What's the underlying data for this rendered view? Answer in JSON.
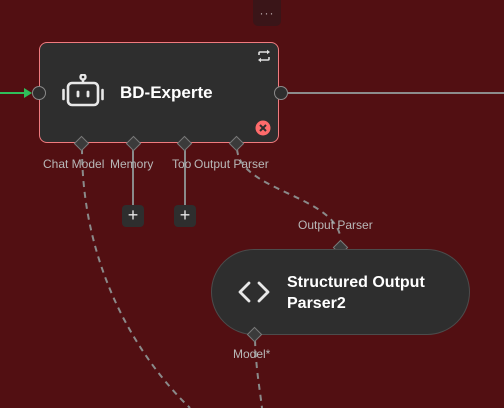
{
  "toolbar": {
    "more_label": "···"
  },
  "agent_node": {
    "title": "BD-Experte",
    "icon": "robot-icon",
    "loop_icon": "loop-icon",
    "error_icon": "error-icon",
    "handles": {
      "chat_model": "Chat Model",
      "memory": "Memory",
      "tool": "Too",
      "output_parser": "Output Parser"
    },
    "add_memory_label": "+",
    "add_tool_label": "+"
  },
  "parser_node": {
    "title": "Structured Output Parser2",
    "icon": "code-icon",
    "input_label": "Output Parser",
    "model_label": "Model*"
  },
  "colors": {
    "canvas": "#520f12",
    "node": "#2e2e2e",
    "selected_border": "#f07b7f",
    "connection_green": "#2fbf5a",
    "error": "#ff6b6b"
  }
}
